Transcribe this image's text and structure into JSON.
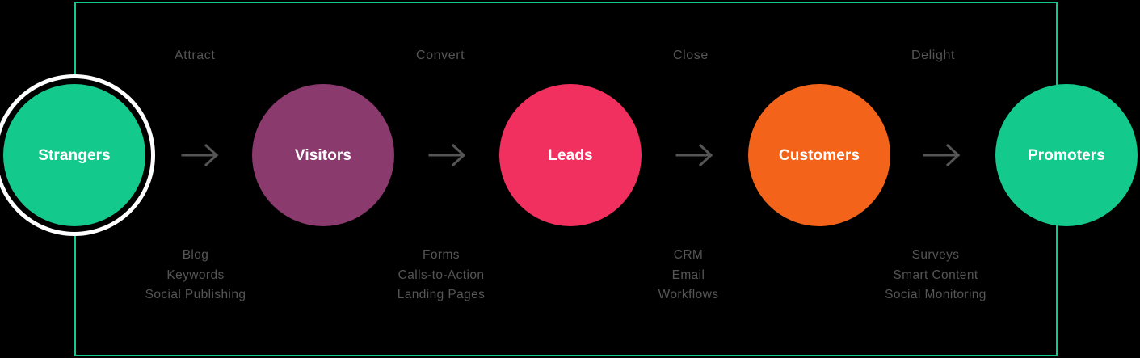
{
  "canvas": {
    "background": "#000000",
    "frame_color": "#13c98c"
  },
  "stages": [
    {
      "label": "Attract"
    },
    {
      "label": "Convert"
    },
    {
      "label": "Close"
    },
    {
      "label": "Delight"
    }
  ],
  "circles": [
    {
      "label": "Strangers",
      "color": "#13c98c",
      "highlighted": true
    },
    {
      "label": "Visitors",
      "color": "#8b3a6e",
      "highlighted": false
    },
    {
      "label": "Leads",
      "color": "#f2305f",
      "highlighted": false
    },
    {
      "label": "Customers",
      "color": "#f4631a",
      "highlighted": false
    },
    {
      "label": "Promoters",
      "color": "#13c98c",
      "highlighted": false
    }
  ],
  "arrows": [
    {
      "icon": "arrow-right-icon"
    },
    {
      "icon": "arrow-right-icon"
    },
    {
      "icon": "arrow-right-icon"
    },
    {
      "icon": "arrow-right-icon"
    }
  ],
  "tactics": [
    {
      "items": [
        "Blog",
        "Keywords",
        "Social Publishing"
      ]
    },
    {
      "items": [
        "Forms",
        "Calls-to-Action",
        "Landing Pages"
      ]
    },
    {
      "items": [
        "CRM",
        "Email",
        "Workflows"
      ]
    },
    {
      "items": [
        "Surveys",
        "Smart Content",
        "Social Monitoring"
      ]
    }
  ]
}
